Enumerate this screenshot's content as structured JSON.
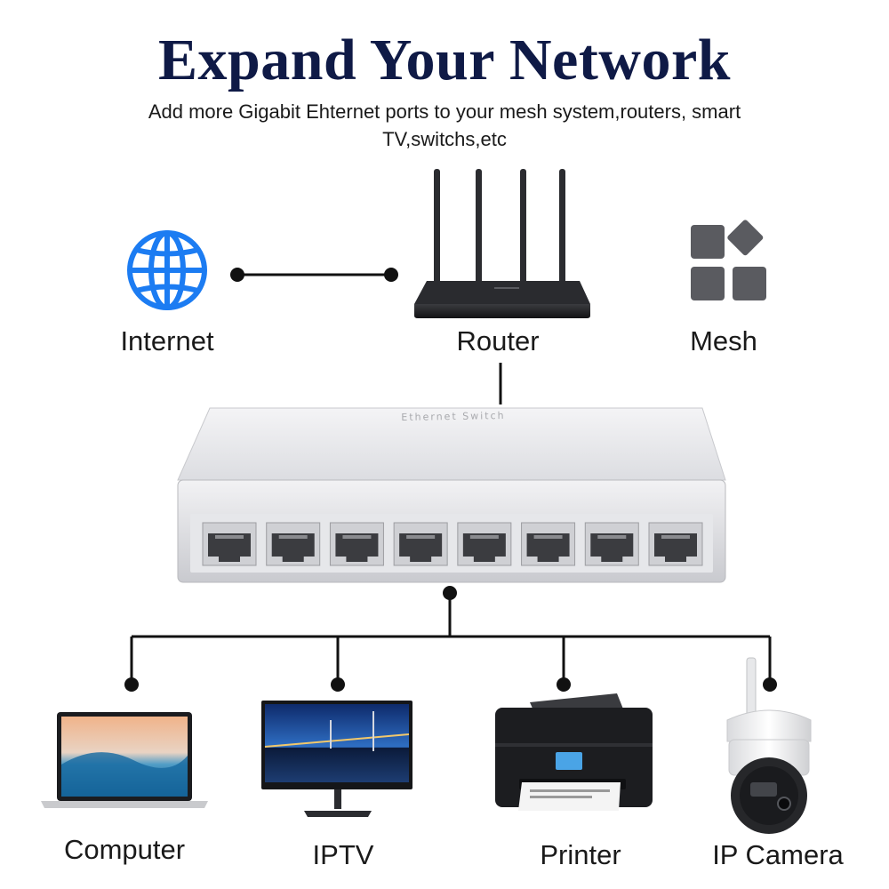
{
  "title": "Expand Your Network",
  "subtitle": "Add more Gigabit Ehternet ports to your mesh system,routers, smart TV,switchs,etc",
  "top_nodes": {
    "internet": "Internet",
    "router": "Router",
    "mesh": "Mesh"
  },
  "switch": {
    "top_text": "Ethernet Switch",
    "port_count": 8
  },
  "devices": {
    "computer": "Computer",
    "iptv": "IPTV",
    "printer": "Printer",
    "ip_camera": "IP Camera"
  },
  "colors": {
    "title": "#0f1a46",
    "globe": "#1c7cf2",
    "mesh_tile": "#5a5b60",
    "connector": "#111111"
  },
  "icons": {
    "internet": "globe-icon",
    "mesh": "mesh-tiles-icon"
  }
}
